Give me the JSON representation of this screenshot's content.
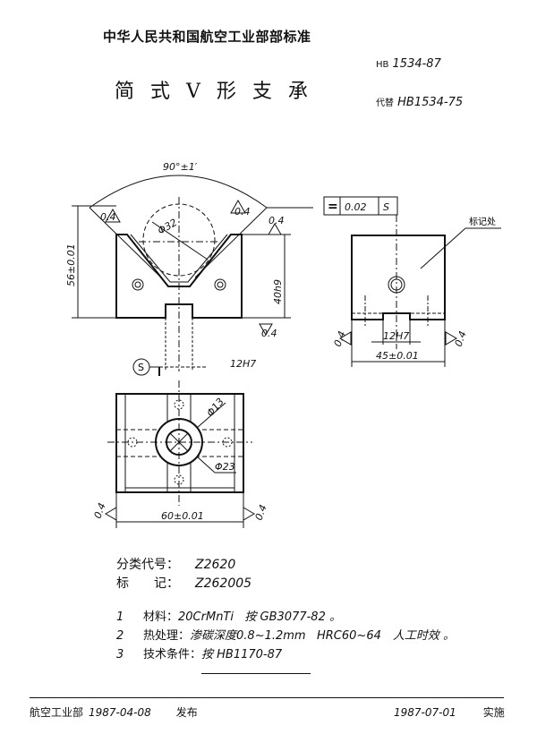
{
  "header": {
    "organization": "中华人民共和国航空工业部部标准",
    "title": "简式V形支承",
    "standard_prefix": "HB",
    "standard_number": "1534-87",
    "replaces_label": "代替",
    "replaces_number": "HB1534-75"
  },
  "drawing": {
    "front_view": {
      "angle": "90°±1′",
      "height": "56±0.01",
      "v_height": "40h9",
      "circle_dia": "Φ32",
      "slot": "12H7",
      "datum": "S",
      "roughness": [
        "0.4",
        "0.4",
        "0.4",
        "0.4"
      ]
    },
    "tolerance_frame": {
      "symbol": "=",
      "value": "0.02",
      "datum": "S"
    },
    "side_view": {
      "mark_label": "标记处",
      "slot": "12H7",
      "width": "45±0.01",
      "roughness": [
        "0.4",
        "0.4"
      ]
    },
    "top_view": {
      "inner_dia": "Φ13",
      "outer_dia": "Φ23",
      "width": "60±0.01",
      "roughness": [
        "0.4",
        "0.4"
      ]
    }
  },
  "info": {
    "class_code_label": "分类代号：",
    "class_code": "Z2620",
    "mark_label": "标　　记：",
    "mark": "Z262005"
  },
  "notes": [
    {
      "num": "1",
      "label": "材料：",
      "text": "20CrMnTi",
      "extra": "按 GB3077-82 。"
    },
    {
      "num": "2",
      "label": "热处理：",
      "text": "渗碳深度0.8~1.2mm",
      "extra": "HRC60~64　人工时效 。"
    },
    {
      "num": "3",
      "label": "技术条件：",
      "text": "按 HB1170-87",
      "extra": ""
    }
  ],
  "footer": {
    "issuer": "航空工业部",
    "issue_date": "1987-04-08",
    "issue_label": "发布",
    "impl_date": "1987-07-01",
    "impl_label": "实施"
  }
}
